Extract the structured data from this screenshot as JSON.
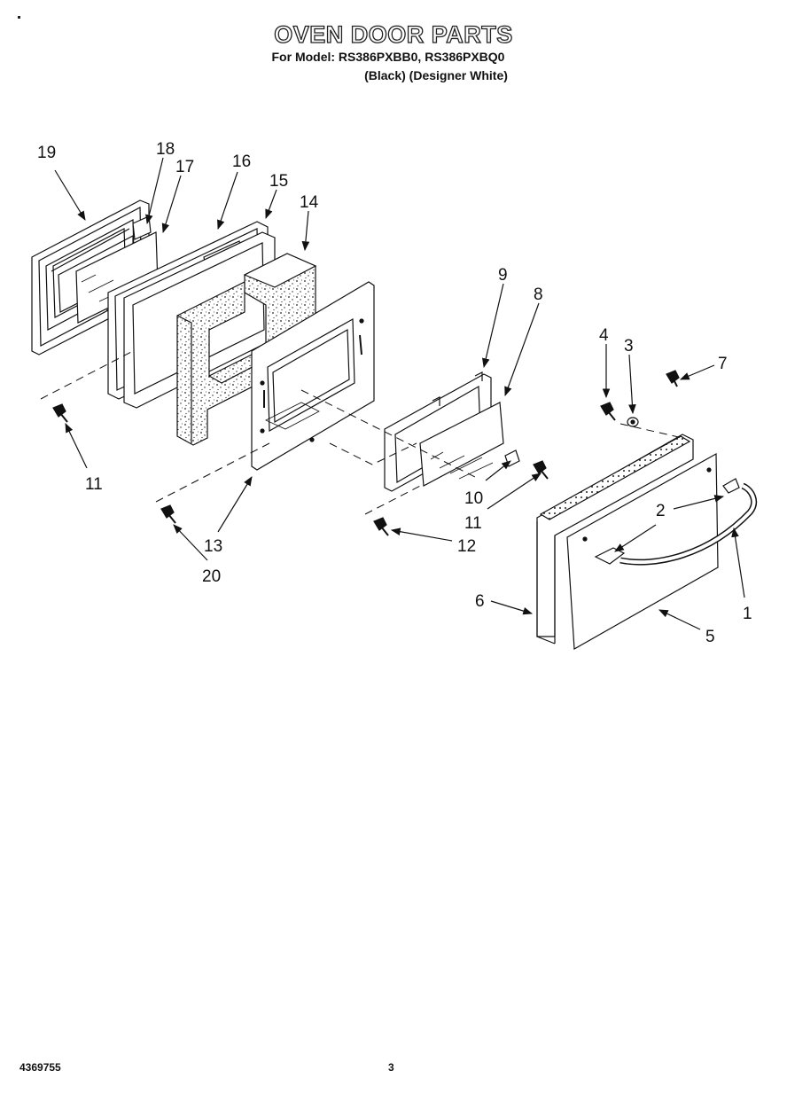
{
  "header": {
    "title": "OVEN DOOR PARTS",
    "models_line": "For Model: RS386PXBB0, RS386PXBQ0",
    "colors_line": "(Black) (Designer White)"
  },
  "footer": {
    "part_number": "4369755",
    "page_number": "3"
  },
  "callouts": {
    "c1": "1",
    "c2": "2",
    "c3": "3",
    "c4": "4",
    "c5": "5",
    "c6": "6",
    "c7": "7",
    "c8": "8",
    "c9": "9",
    "c10": "10",
    "c11a": "11",
    "c11b": "11",
    "c12": "12",
    "c13": "13",
    "c14": "14",
    "c15": "15",
    "c16": "16",
    "c17": "17",
    "c18": "18",
    "c19": "19",
    "c20": "20"
  }
}
